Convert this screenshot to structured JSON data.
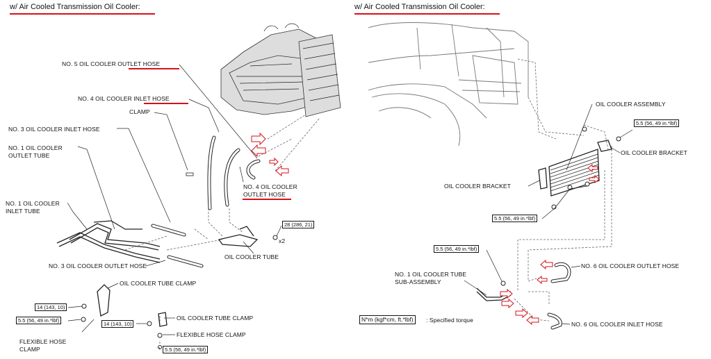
{
  "left": {
    "header": "w/ Air Cooled Transmission Oil Cooler:",
    "labels": {
      "no5_outlet_prefix": "NO. 5 OIL COOLER ",
      "no5_outlet_key": "OUTLET HOSE",
      "no4_inlet_prefix": "NO. 4 OIL COOLER ",
      "no4_inlet_key": "INLET HOSE",
      "clamp": "CLAMP",
      "no3_inlet": "NO. 3 OIL COOLER INLET HOSE",
      "no1_outlet_l1": "NO. 1 OIL COOLER",
      "no1_outlet_l2": "OUTLET TUBE",
      "no4_outlet_l1": "NO. 4 OIL COOLER",
      "no4_outlet_l2": "OUTLET HOSE",
      "no1_inlet_l1": "NO. 1 OIL COOLER",
      "no1_inlet_l2": "INLET TUBE",
      "no3_outlet": "NO. 3 OIL COOLER OUTLET HOSE",
      "oil_cooler_tube": "OIL COOLER TUBE",
      "x2": "x2",
      "oil_cooler_tube_clamp_top": "OIL COOLER TUBE CLAMP",
      "oil_cooler_tube_clamp_mid": "OIL COOLER TUBE CLAMP",
      "flexible_hose_clamp_right": "FLEXIBLE HOSE CLAMP",
      "flexible_hose_clamp_l1": "FLEXIBLE HOSE",
      "flexible_hose_clamp_l2": "CLAMP"
    },
    "torques": {
      "t28": "28 (286, 21)",
      "t14a": "14 (143, 10)",
      "t55a": "5.5 (56, 49 in.*lbf)",
      "t14b": "14 (143, 10)",
      "t55b": "5.5 (56, 49 in.*lbf)"
    }
  },
  "right": {
    "header": "w/ Air Cooled Transmission Oil Cooler:",
    "labels": {
      "oil_cooler_assembly": "OIL COOLER ASSEMBLY",
      "oil_cooler_bracket_right": "OIL COOLER BRACKET",
      "oil_cooler_bracket_left": "OIL COOLER BRACKET",
      "no1_tube_l1": "NO. 1 OIL COOLER TUBE",
      "no1_tube_l2": "SUB-ASSEMBLY",
      "no6_outlet": "NO. 6 OIL COOLER OUTLET HOSE",
      "no6_inlet": "NO. 6 OIL COOLER INLET HOSE",
      "legend_box": "N*m (kgf*cm, ft.*lbf)",
      "legend_text": ": Specified torque"
    },
    "torques": {
      "t55a": "5.5 (56, 49 in.*lbf)",
      "t55b": "5.5 (56, 49 in.*lbf)",
      "t55c": "5.5 (56, 49 in.*lbf)"
    }
  },
  "colors": {
    "highlight": "#d4111a",
    "line": "#222222"
  }
}
